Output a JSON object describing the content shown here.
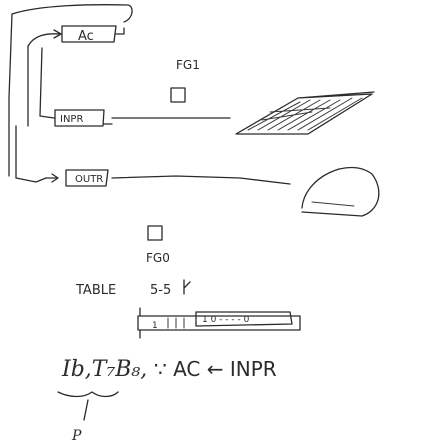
{
  "labels": {
    "ac_register": "Ac",
    "fg1": "FG1",
    "inpr_register": "INPR",
    "outr_register": "OUTR",
    "fg0": "FG0",
    "table": "TABLE",
    "table_ref": "5-5",
    "bits_left": "1",
    "bits_right": "1 0 - - - - 0",
    "transfer_lhs": "Ib,T₇B₈,",
    "transfer_eq": "∵ AC ← INPR",
    "p_label": "P"
  }
}
